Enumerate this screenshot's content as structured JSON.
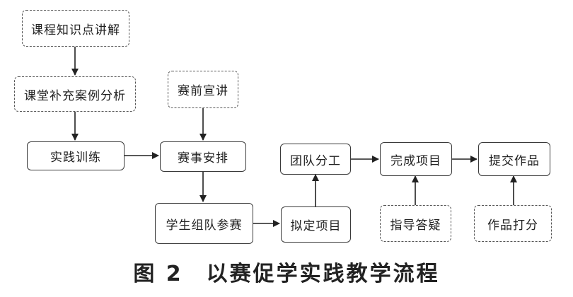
{
  "nodes": {
    "course_knowledge": "课程知识点讲解",
    "case_analysis": "课堂补充案例分析",
    "practice_training": "实践训练",
    "pre_competition_promo": "赛前宣讲",
    "competition_arrangement": "赛事安排",
    "student_team_entry": "学生组队参赛",
    "draft_project": "拟定项目",
    "team_division": "团队分工",
    "complete_project": "完成项目",
    "guidance_qa": "指导答疑",
    "submit_work": "提交作品",
    "work_scoring": "作品打分"
  },
  "caption": "图 2　以赛促学实践教学流程"
}
